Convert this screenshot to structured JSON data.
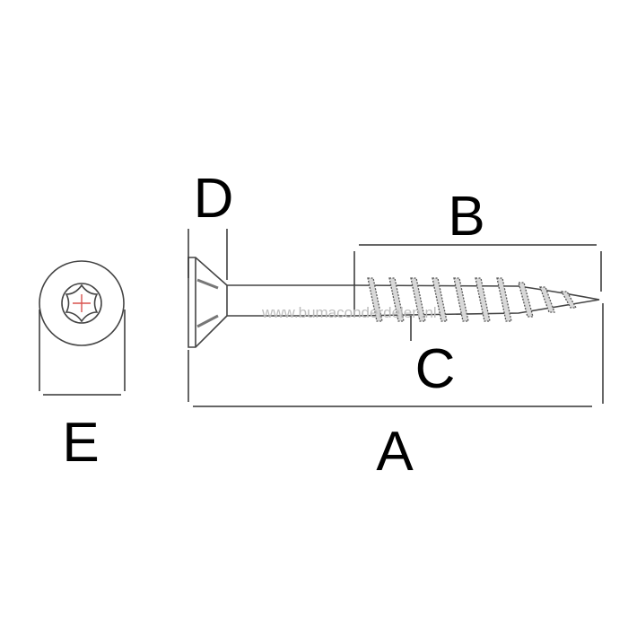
{
  "diagram": {
    "labels": {
      "A": "A",
      "B": "B",
      "C": "C",
      "D": "D",
      "E": "E"
    },
    "watermark": "www.bumaconderdelen.nl",
    "colors": {
      "line": "#444444",
      "drive_cross": "#d9534f"
    },
    "head_drive_icon": "torx-star-icon"
  }
}
